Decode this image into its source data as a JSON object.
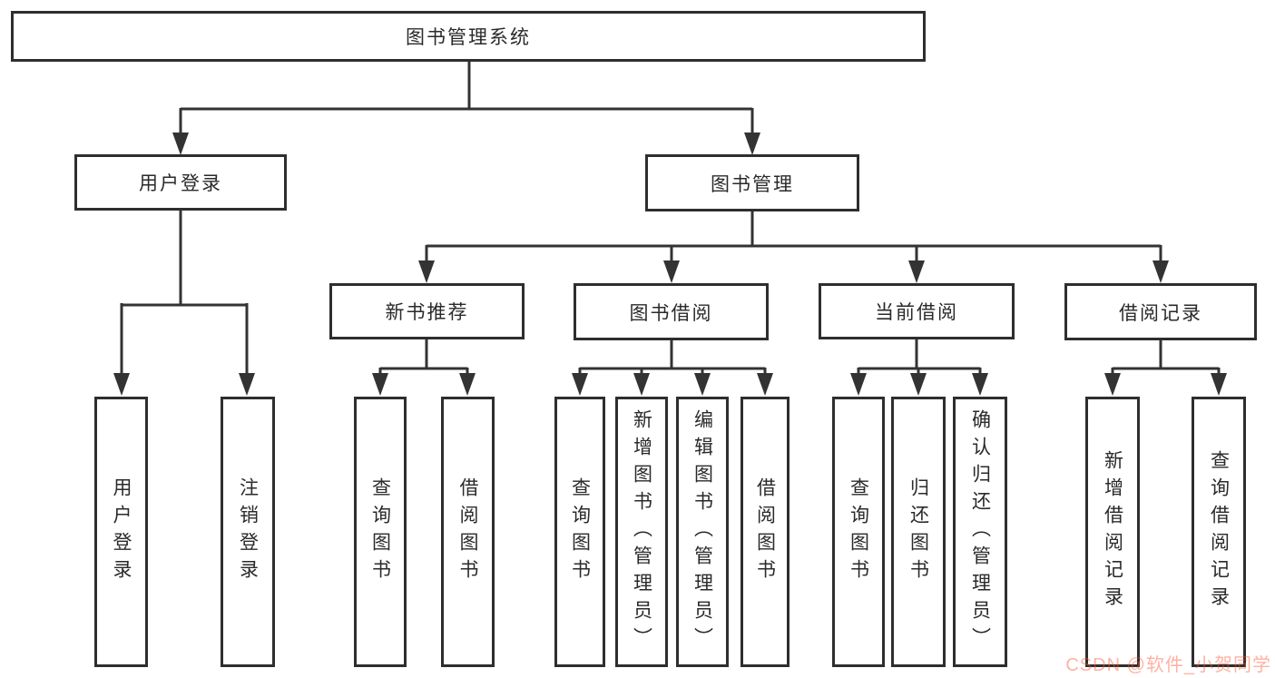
{
  "diagram": {
    "title": "图书管理系统",
    "nodes": {
      "root": "图书管理系统",
      "user_login": "用户登录",
      "book_mgmt": "图书管理",
      "new_book_rec": "新书推荐",
      "book_borrow": "图书借阅",
      "current_borrow": "当前借阅",
      "borrow_records": "借阅记录",
      "ul_user_login": "用户登录",
      "ul_logout": "注销登录",
      "nb_query_book": "查询图书",
      "nb_borrow_book": "借阅图书",
      "bb_query_book": "查询图书",
      "bb_add_book": "新增图书（管理员）",
      "bb_edit_book": "编辑图书（管理员）",
      "bb_borrow_book": "借阅图书",
      "cb_query_book": "查询图书",
      "cb_return_book": "归还图书",
      "cb_confirm_return": "确认归还（管理员）",
      "br_add_record": "新增借阅记录",
      "br_query_record": "查询借阅记录"
    },
    "watermark": "CSDN @软件_小贺同学",
    "colors": {
      "line": "#333333",
      "box_border": "#2e2e2e",
      "text": "#2a2a2a",
      "watermark": "#fc5531",
      "background": "#ffffff"
    }
  }
}
